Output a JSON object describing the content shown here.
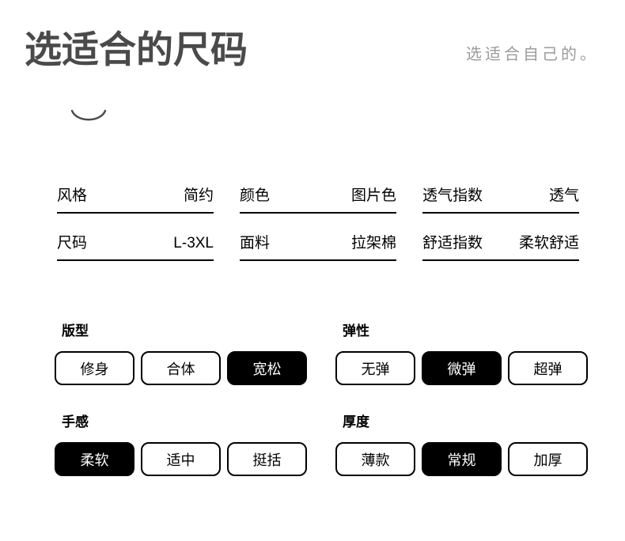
{
  "header": {
    "title": "选适合的尺码",
    "subtitle": "选适合自己的。",
    "title_color": "#4a4a4a",
    "subtitle_color": "#9b9b9b",
    "arc_icon": "smile-arc-icon"
  },
  "spec_table": {
    "rows": [
      [
        {
          "label": "风格",
          "value": "简约"
        },
        {
          "label": "颜色",
          "value": "图片色"
        },
        {
          "label": "透气指数",
          "value": "透气"
        }
      ],
      [
        {
          "label": "尺码",
          "value": "L-3XL"
        },
        {
          "label": "面料",
          "value": "拉架棉"
        },
        {
          "label": "舒适指数",
          "value": "柔软舒适"
        }
      ]
    ]
  },
  "option_groups": [
    {
      "label": "版型",
      "options": [
        {
          "label": "修身",
          "selected": false
        },
        {
          "label": "合体",
          "selected": false
        },
        {
          "label": "宽松",
          "selected": true
        }
      ]
    },
    {
      "label": "弹性",
      "options": [
        {
          "label": "无弹",
          "selected": false
        },
        {
          "label": "微弹",
          "selected": true
        },
        {
          "label": "超弹",
          "selected": false
        }
      ]
    },
    {
      "label": "手感",
      "options": [
        {
          "label": "柔软",
          "selected": true
        },
        {
          "label": "适中",
          "selected": false
        },
        {
          "label": "挺括",
          "selected": false
        }
      ]
    },
    {
      "label": "厚度",
      "options": [
        {
          "label": "薄款",
          "selected": false
        },
        {
          "label": "常规",
          "selected": true
        },
        {
          "label": "加厚",
          "selected": false
        }
      ]
    }
  ],
  "colors": {
    "selected_background": "#000000",
    "selected_text": "#ffffff",
    "chip_border": "#000000",
    "divider": "#000000",
    "page_background": "#ffffff"
  }
}
